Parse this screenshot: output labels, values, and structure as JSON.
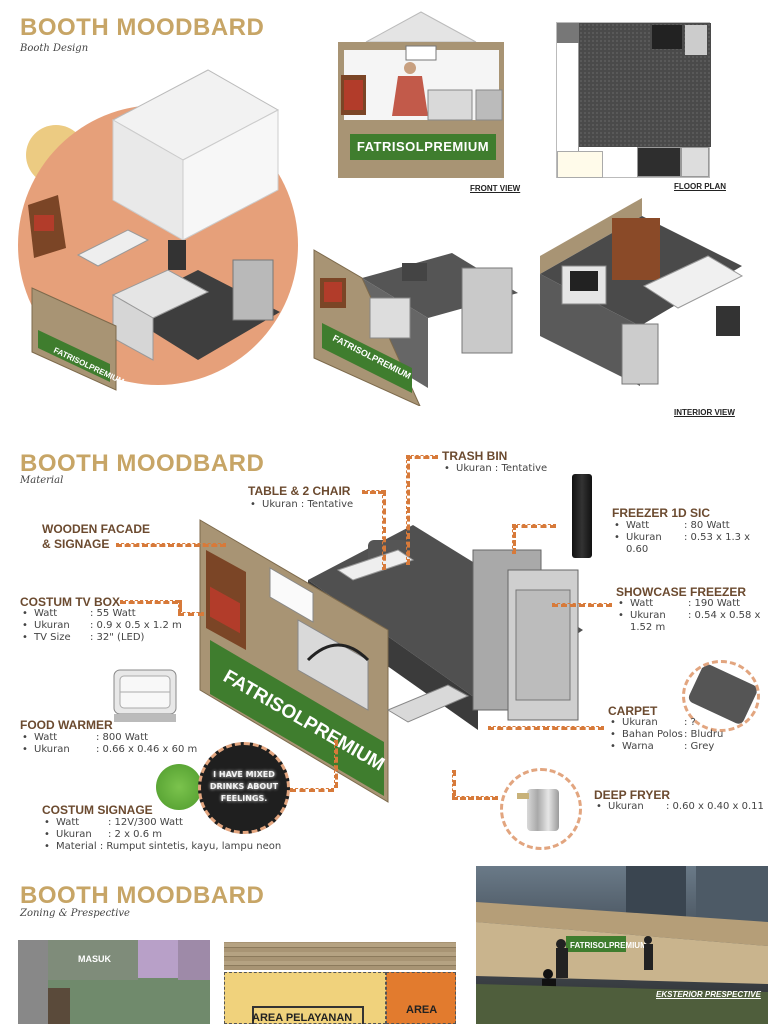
{
  "section1": {
    "title": "BOOTH MOODBARD",
    "subtitle": "Booth Design",
    "front_view_caption": "FRONT VIEW",
    "floor_plan_caption": "FLOOR PLAN",
    "interior_view_caption": "INTERIOR VIEW",
    "signage_text": "FATRISOLPREMIUM"
  },
  "section2": {
    "title": "BOOTH MOODBARD",
    "subtitle": "Material",
    "neon_text": "I HAVE MIXED DRINKS ABOUT FEELINGS.",
    "items": {
      "trash_bin": {
        "name": "TRASH BIN",
        "specs": [
          "Ukuran : Tentative"
        ]
      },
      "table_chair": {
        "name": "TABLE & 2 CHAIR",
        "specs": [
          "Ukuran : Tentative"
        ]
      },
      "wooden_facade": {
        "name_line1": "WOODEN FACADE",
        "name_line2": "& SIGNAGE"
      },
      "freezer": {
        "name": "FREEZER 1D SIC",
        "specs": [
          [
            "Watt",
            ": 80 Watt"
          ],
          [
            "Ukuran",
            ": 0.53 x 1.3 x 0.60"
          ]
        ]
      },
      "showcase": {
        "name": "SHOWCASE FREEZER",
        "specs": [
          [
            "Watt",
            ": 190 Watt"
          ],
          [
            "Ukuran",
            ": 0.54 x 0.58 x 1.52 m"
          ]
        ]
      },
      "tv_box": {
        "name": "COSTUM TV BOX",
        "specs": [
          [
            "Watt",
            ": 55 Watt"
          ],
          [
            "Ukuran",
            ": 0.9 x 0.5 x 1.2 m"
          ],
          [
            "TV Size",
            ": 32\" (LED)"
          ]
        ]
      },
      "food_warmer": {
        "name": "FOOD WARMER",
        "specs": [
          [
            "Watt",
            ": 800 Watt"
          ],
          [
            "Ukuran",
            ": 0.66 x 0.46 x 60 m"
          ]
        ]
      },
      "carpet": {
        "name": "CARPET",
        "specs": [
          [
            "Ukuran",
            ": ?"
          ],
          [
            "Bahan Polos",
            ": Bludru"
          ],
          [
            "Warna",
            ": Grey"
          ]
        ]
      },
      "deep_fryer": {
        "name": "DEEP FRYER",
        "specs": [
          [
            "Ukuran",
            ": 0.60 x 0.40 x 0.11"
          ]
        ]
      },
      "signage": {
        "name": "COSTUM SIGNAGE",
        "specs": [
          [
            "Watt",
            ": 12V/300 Watt"
          ],
          [
            "Ukuran",
            ": 2 x 0.6 m"
          ],
          [
            "Material",
            ": Rumput sintetis, kayu, lampu neon"
          ]
        ]
      }
    }
  },
  "section3": {
    "title": "BOOTH MOODBARD",
    "subtitle": "Zoning & Prespective",
    "masuk_label": "MASUK",
    "area_pelayanan_label": "AREA PELAYANAN",
    "area_label": "AREA",
    "exterior_caption": "EKSTERIOR PRESPECTIVE"
  }
}
